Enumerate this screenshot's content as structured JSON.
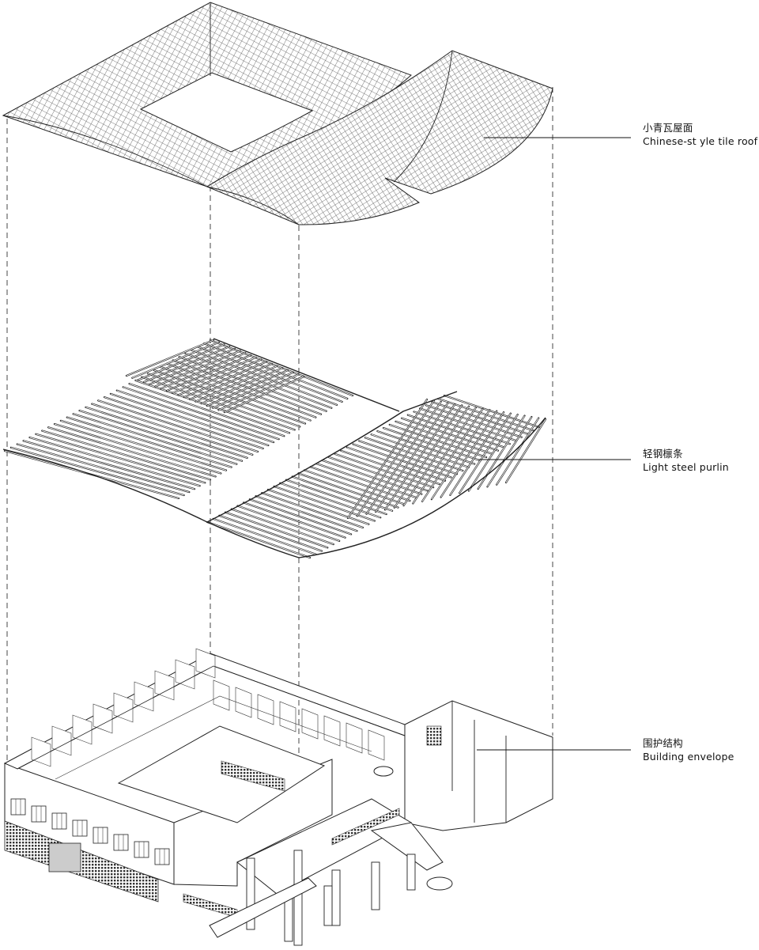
{
  "labels": [
    {
      "cn": "小青瓦屋面",
      "en": "Chinese-st yle tile roof"
    },
    {
      "cn": "轻钢檩条",
      "en": "Light steel purlin"
    },
    {
      "cn": "围护结构",
      "en": "Building envelope"
    }
  ]
}
